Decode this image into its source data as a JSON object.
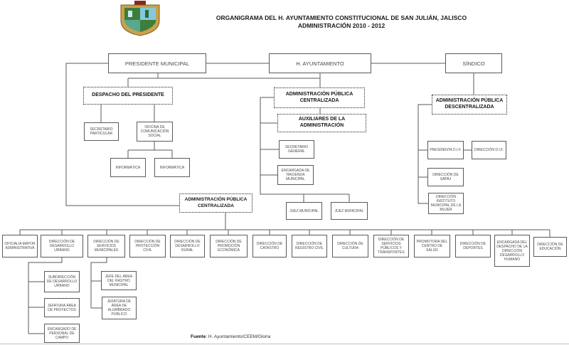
{
  "title": {
    "line1": "ORGANIGRAMA DEL H. AYUNTAMIENTO CONSTITUCIONAL DE SAN JULIÁN, JALISCO",
    "line2": "ADMINISTRACIÓN 2010 - 2012"
  },
  "nodes": {
    "presidente": "PRESIDENTE MUNICIPAL",
    "ayuntamiento": "H. AYUNTAMIENTO",
    "sindico": "SÍNDICO",
    "despacho": "DESPACHO DEL PRESIDENTE",
    "secretario_particular": "SECRETARIO PARTICULAR",
    "comunicacion_social": "OFICINA DE COMUNICACIÓN SOCIAL",
    "informatica1": "INFORMÁTICA",
    "informatica2": "INFORMÁTICA",
    "apc_superior": "ADMINISTRACIÓN PÚBLICA CENTRALIZADA",
    "auxiliares": "AUXILIARES DE LA ADMINISTRACIÓN",
    "secretario_general": "SECRETARIO GENERAL",
    "hacienda": "ENCARGADA DE HACIENDA MUNICIPAL",
    "juez1": "JUEZ MUNICIPAL",
    "juez2": "JUEZ MUNICIPAL",
    "apd": "ADMINISTRACIÓN PÚBLICA DESCENTRALIZADA",
    "presidenta_dif": "PRESIDENTA D.I.F.",
    "direccion_dif": "DIRECCIÓN D.I.F.",
    "sapaj": "DIRECCIÓN DE SAPAJ",
    "instituto_mujer": "DIRECCIÓN INSTITUTO MUNICIPAL DE LA MUJER",
    "apc_inferior": "ADMINISTRACIÓN PÚBLICA CENTRALIZADA"
  },
  "directions": [
    "OFICIALIA MAYOR ADMINISTRATIVA",
    "DIRECCIÓN DE DESARROLLO URBANO",
    "DIRECCIÓN DE SERVICIOS MUNICIPALES",
    "DIRECCIÓN DE PROTECCIÓN CIVIL",
    "DIRECCIÓN DE DESARROLLO RURAL",
    "DIRECCIÓN DE PROMOCIÓN ECONÓMICA",
    "DIRECCIÓN DE CATASTRO",
    "DIRECCIÓN DE REGISTRO CIVIL",
    "DIRECCIÓN DE CULTURA",
    "DIRECCIÓN DE SERVICIOS PÚBLICOS Y TRANSPORTES",
    "PROMOTORA DEL CENTRO DE SALUD",
    "DIRECCIÓN DE DEPORTES",
    "ENCARGADA DEL DESPACHO DE LA DIRECCIÓN DESARROLLO HUMANO",
    "DIRECCIÓN DE EDUCACIÓN"
  ],
  "sub_desarrollo_urbano": [
    "SUBDIRECCIÓN DE DESARROLLO URBANO",
    "JEFATURA ÁREA DE PROYECTOS",
    "ENCARGADO DE PERSONAL DE CAMPO"
  ],
  "sub_servicios_municipales": [
    "JEFE DEL ÁREA DEL RASTRO MUNICIPAL",
    "JEFATURA DE ÁREA DE ALUMBRADO PÚBLICO"
  ],
  "footer": {
    "label": "Fuente",
    "text": ": H. Ayuntamiento/CEEM/Gloria"
  },
  "colors": {
    "connector_line": "#5a5a5a",
    "crest_gold": "#c9a24b",
    "crest_gold_dark": "#7a5c1e",
    "crest_green": "#3f7d3a",
    "crest_blue": "#85c8de",
    "crest_teal": "#57a88f",
    "crest_red": "#8b2424"
  }
}
